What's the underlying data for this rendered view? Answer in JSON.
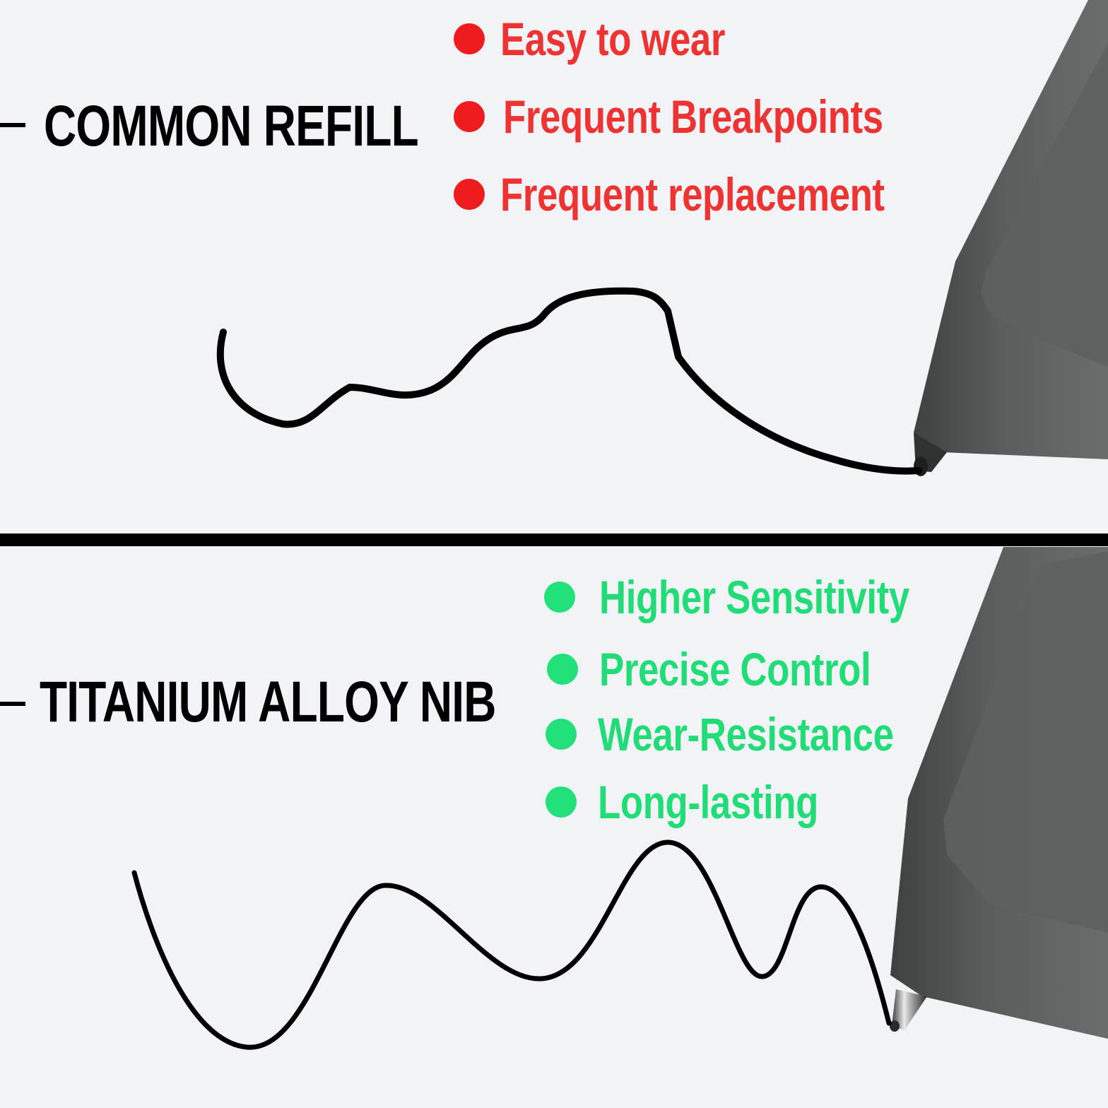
{
  "top_panel": {
    "heading": "COMMON REFILL",
    "bullet_color": "#ee1c1c",
    "text_color": "#ee3333",
    "features": [
      {
        "label": "Easy to wear"
      },
      {
        "label": "Frequent Breakpoints"
      },
      {
        "label": "Frequent replacement"
      }
    ]
  },
  "bottom_panel": {
    "heading": "TITANIUM ALLOY NIB",
    "bullet_color": "#22e07a",
    "text_color": "#22dd77",
    "features": [
      {
        "label": "Higher Sensitivity"
      },
      {
        "label": "Precise Control"
      },
      {
        "label": "Wear-Resistance"
      },
      {
        "label": "Long-lasting"
      }
    ]
  },
  "colors": {
    "background": "#f2f3f7",
    "pen_body": "#4f5251",
    "ink": "#000000"
  }
}
